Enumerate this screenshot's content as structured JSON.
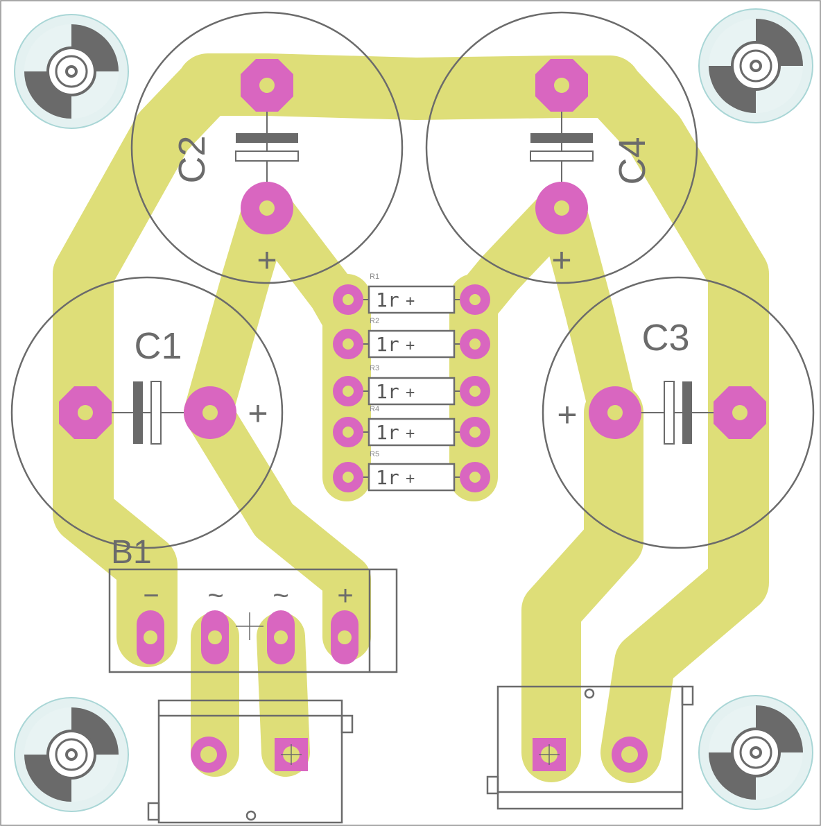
{
  "colors": {
    "background": "#ffffff",
    "copper_trace": "#dede78",
    "pad": "#d966c0",
    "silkscreen_outline": "#6b6b6b",
    "drill": "#ffffff",
    "mount_dark": "#6a6a6a",
    "mount_ring": "#a9d6d6"
  },
  "components": {
    "C1": {
      "label": "C1",
      "polarity": "+"
    },
    "C2": {
      "label": "C2",
      "polarity": "+"
    },
    "C3": {
      "label": "C3",
      "polarity": "+"
    },
    "C4": {
      "label": "C4",
      "polarity": "+"
    },
    "B1": {
      "label": "B1",
      "pins": [
        "−",
        "~",
        "~",
        "+"
      ]
    }
  },
  "resistors": [
    {
      "ref": "R1",
      "value": "1r"
    },
    {
      "ref": "R2",
      "value": "1r"
    },
    {
      "ref": "R3",
      "value": "1r"
    },
    {
      "ref": "R4",
      "value": "1r"
    },
    {
      "ref": "R5",
      "value": "1r"
    }
  ],
  "resistor_plus": "+",
  "connectors": [
    "input-connector",
    "output-connector"
  ],
  "mounting_holes": 4
}
